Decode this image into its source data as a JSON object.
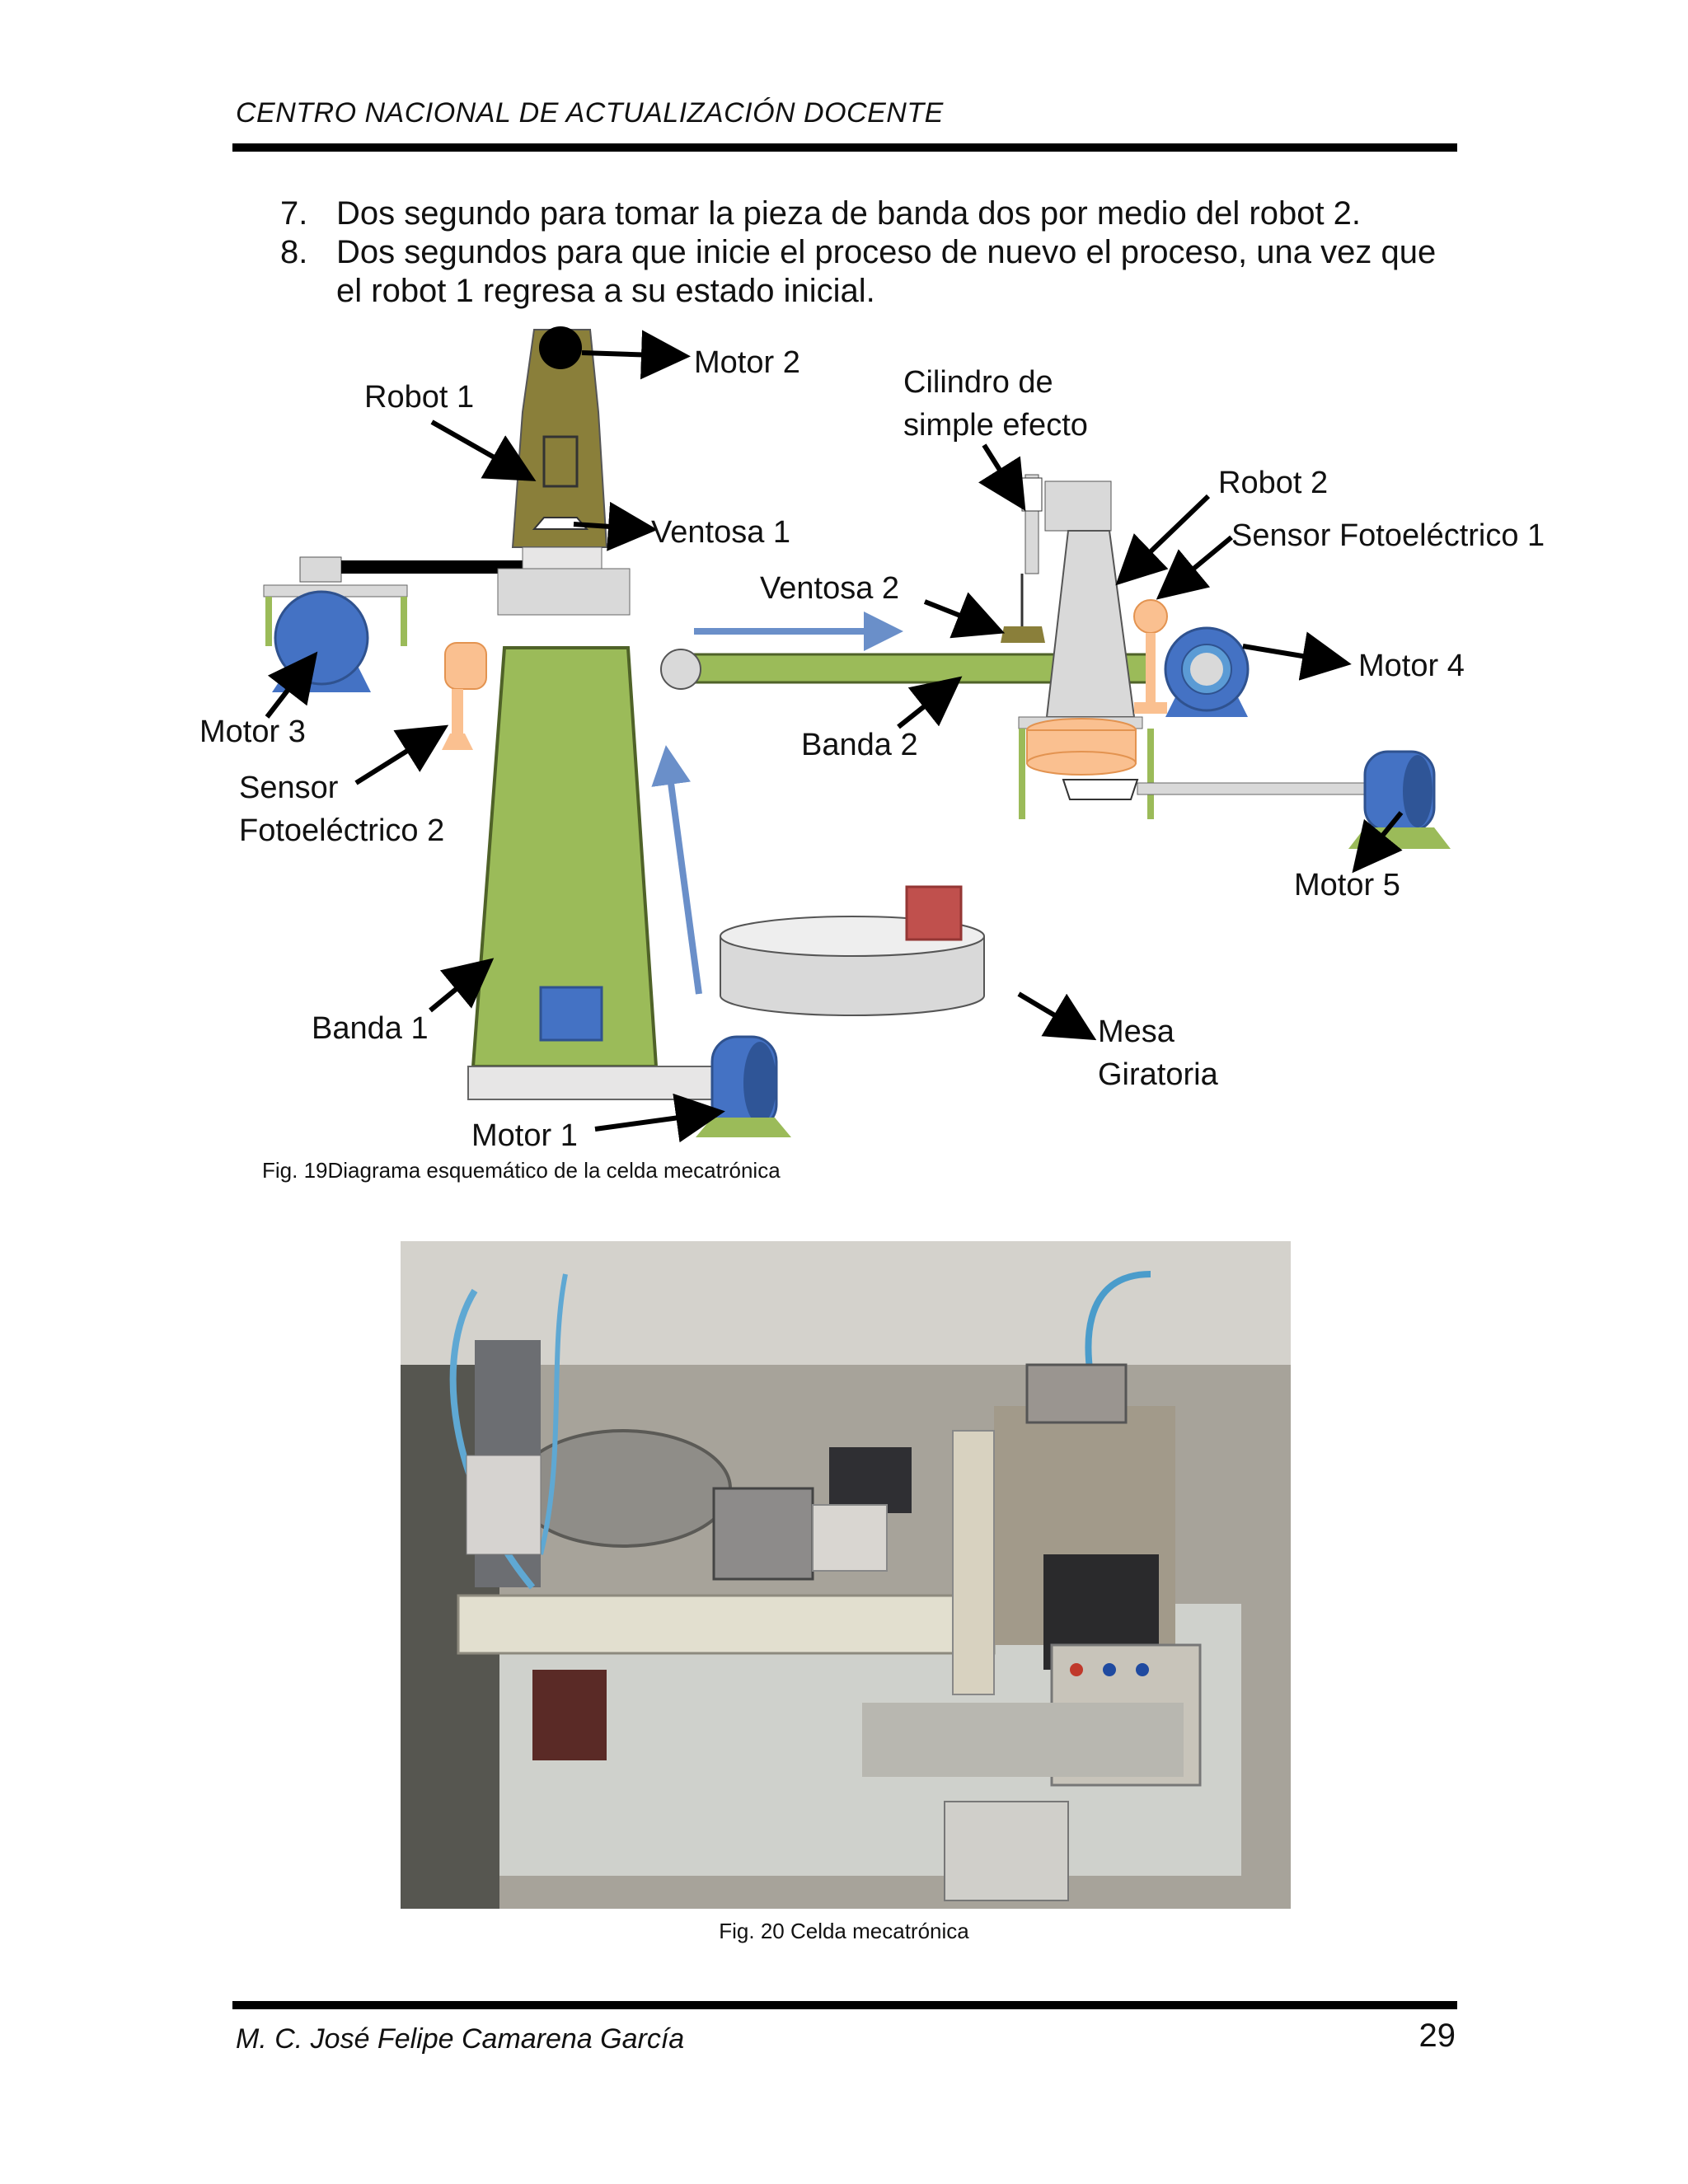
{
  "header": {
    "title": "CENTRO NACIONAL DE ACTUALIZACIÓN DOCENTE"
  },
  "steps": [
    {
      "number": "7.",
      "text": "Dos segundo para tomar la pieza de banda dos por medio del robot 2."
    },
    {
      "number": "8.",
      "text": "Dos segundos para que inicie el proceso de nuevo el proceso, una vez que el robot 1 regresa a su estado inicial."
    }
  ],
  "diagram": {
    "labels": {
      "motor2": "Motor 2",
      "robot1": "Robot 1",
      "cilindro_line1": "Cilindro de",
      "cilindro_line2": "simple efecto",
      "robot2": "Robot 2",
      "sensor1": "Sensor Fotoeléctrico 1",
      "ventosa1": "Ventosa 1",
      "ventosa2": "Ventosa 2",
      "motor4": "Motor 4",
      "motor3": "Motor 3",
      "banda2": "Banda 2",
      "sensor2_line1": "Sensor",
      "sensor2_line2": "Fotoeléctrico 2",
      "motor5": "Motor 5",
      "banda1": "Banda 1",
      "mesa_line1": "Mesa",
      "mesa_line2": "Giratoria",
      "motor1": "Motor 1"
    },
    "colors": {
      "belt_green": "#9bbb59",
      "motor_blue": "#4472c4",
      "robot_olive": "#8a7f3a",
      "sensor_orange": "#fac090",
      "flow_arrow": "#6a8fc9",
      "piece_red": "#c0504d",
      "gray_body": "#d9d9d9"
    }
  },
  "captions": {
    "fig19": "Fig. 19Diagrama esquemático de la celda mecatrónica",
    "fig20": "Fig. 20 Celda mecatrónica"
  },
  "footer": {
    "author": "M. C. José Felipe Camarena García",
    "page_number": "29"
  }
}
